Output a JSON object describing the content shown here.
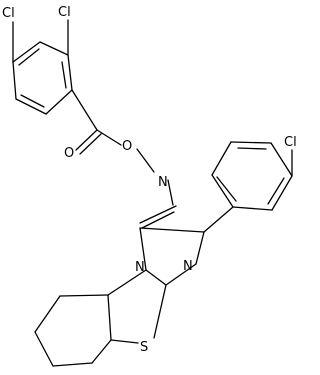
{
  "atoms": {
    "cl1": "Cl",
    "cl2": "Cl",
    "cl3": "Cl",
    "o_ester_single": "O",
    "o_carbonyl": "O",
    "n_oxime": "N",
    "n_bridge": "N",
    "n_imidazole": "N",
    "s_thiazole": "S"
  }
}
